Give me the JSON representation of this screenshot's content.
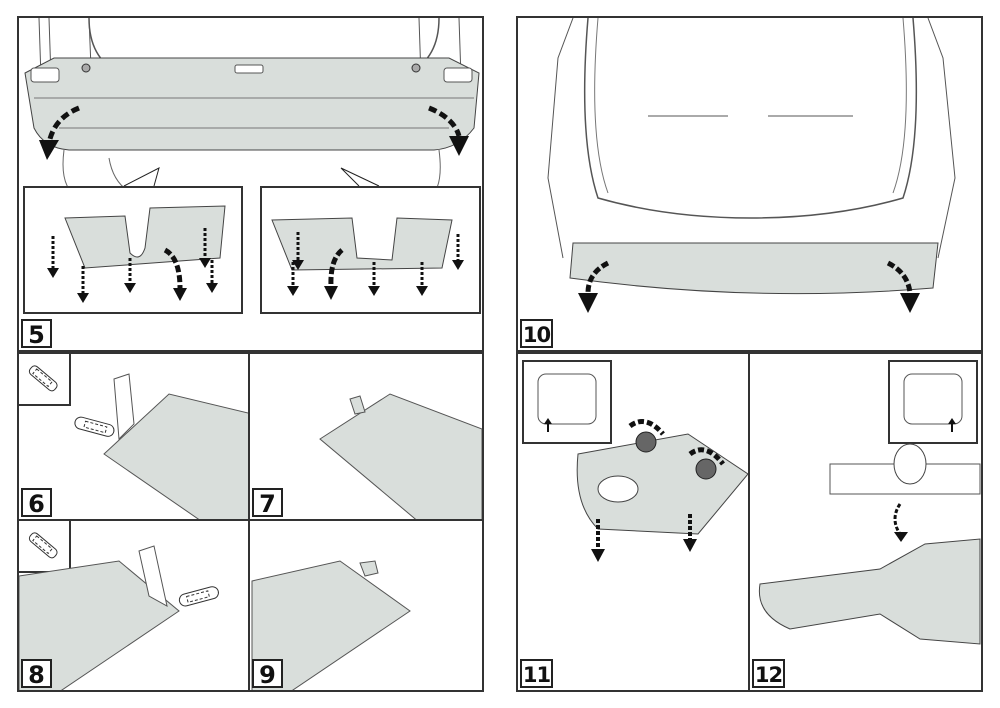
{
  "document": {
    "type": "installation instructions",
    "colors": {
      "part_fill": "#d9dedb",
      "line": "#333333",
      "arrow": "#111111",
      "background": "#ffffff"
    }
  },
  "steps": [
    {
      "number": "5",
      "description_icons": [
        "remove-screws",
        "pull-bumper-down",
        "remove-underpanel-screws"
      ]
    },
    {
      "number": "6",
      "description_icons": [
        "utility-knife-icon",
        "cut-tab"
      ]
    },
    {
      "number": "7",
      "description_icons": [
        "trimmed-panel"
      ]
    },
    {
      "number": "8",
      "description_icons": [
        "utility-knife-icon",
        "cut-tab"
      ]
    },
    {
      "number": "9",
      "description_icons": [
        "trimmed-panel"
      ]
    },
    {
      "number": "10",
      "description_icons": [
        "remove-bumper-beam"
      ]
    },
    {
      "number": "11",
      "description_icons": [
        "car-rear-locator-left",
        "remove-bolts",
        "remove-bracket"
      ]
    },
    {
      "number": "12",
      "description_icons": [
        "car-rear-locator-right",
        "exhaust-hanger"
      ]
    }
  ]
}
